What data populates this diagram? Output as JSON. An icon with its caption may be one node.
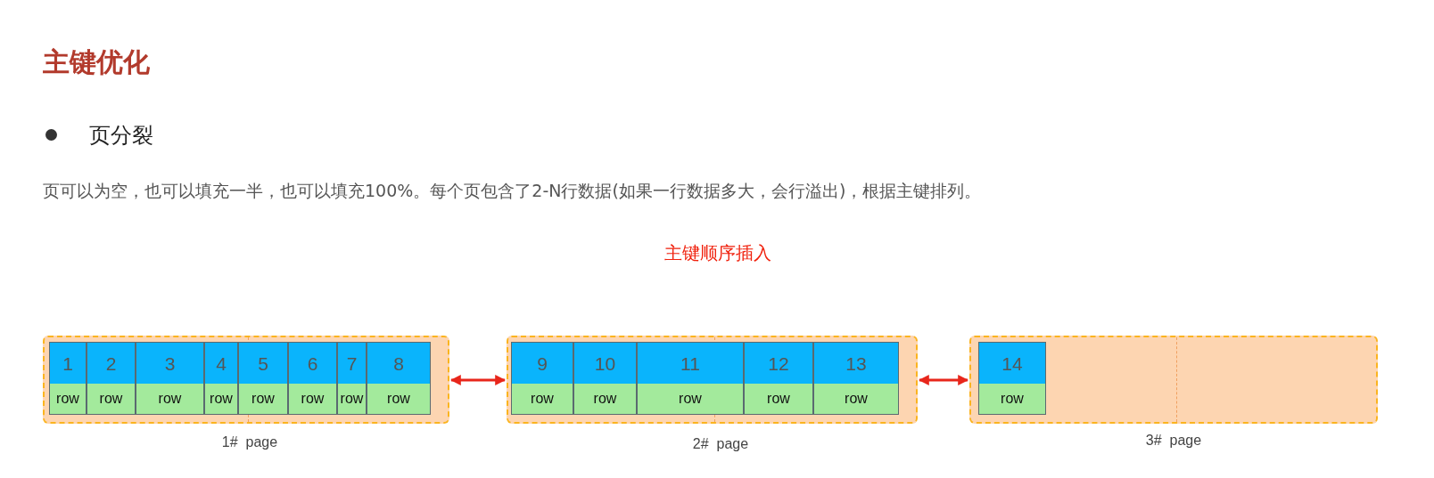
{
  "diagram": {
    "title": "主键优化",
    "nodes": [
      {
        "text": [],
        "shape": "box",
        "beside": [
          "1#  page"
        ]
      },
      {
        "text": [
          "1",
          "row"
        ],
        "in": 0
      },
      {
        "text": [
          "2",
          "row"
        ],
        "in": 0
      },
      {
        "text": [
          "3",
          "row"
        ],
        "in": 0
      },
      {
        "text": [
          "4",
          "row"
        ],
        "in": 0
      },
      {
        "text": [
          "5",
          "row"
        ],
        "in": 0
      },
      {
        "text": [
          "6",
          "row"
        ],
        "in": 0
      },
      {
        "text": [
          "7",
          "row"
        ],
        "in": 0
      },
      {
        "text": [
          "8",
          "row"
        ],
        "in": 0
      },
      {
        "text": [],
        "shape": "box",
        "beside": [
          "2#  page"
        ]
      },
      {
        "text": [
          "9",
          "row"
        ],
        "in": 9
      },
      {
        "text": [
          "10",
          "row"
        ],
        "in": 9
      },
      {
        "text": [
          "11",
          "row"
        ],
        "in": 9
      },
      {
        "text": [
          "12",
          "row"
        ],
        "in": 9
      },
      {
        "text": [
          "13",
          "row"
        ],
        "in": 9
      },
      {
        "text": [],
        "shape": "box",
        "beside": [
          "3#  page"
        ]
      },
      {
        "text": [
          "14",
          "row"
        ],
        "in": 15
      }
    ],
    "edges": [
      {
        "from": 0,
        "to": 9,
        "arrow": "both"
      },
      {
        "from": 9,
        "to": 15,
        "arrow": "both"
      }
    ],
    "labels": [
      "页分裂",
      "页可以为空，也可以填充一半，也可以填充100%。每个页包含了2-N行数据(如果一行数据多大，会行溢出)，根据主键排列。",
      "主键顺序插入"
    ]
  }
}
